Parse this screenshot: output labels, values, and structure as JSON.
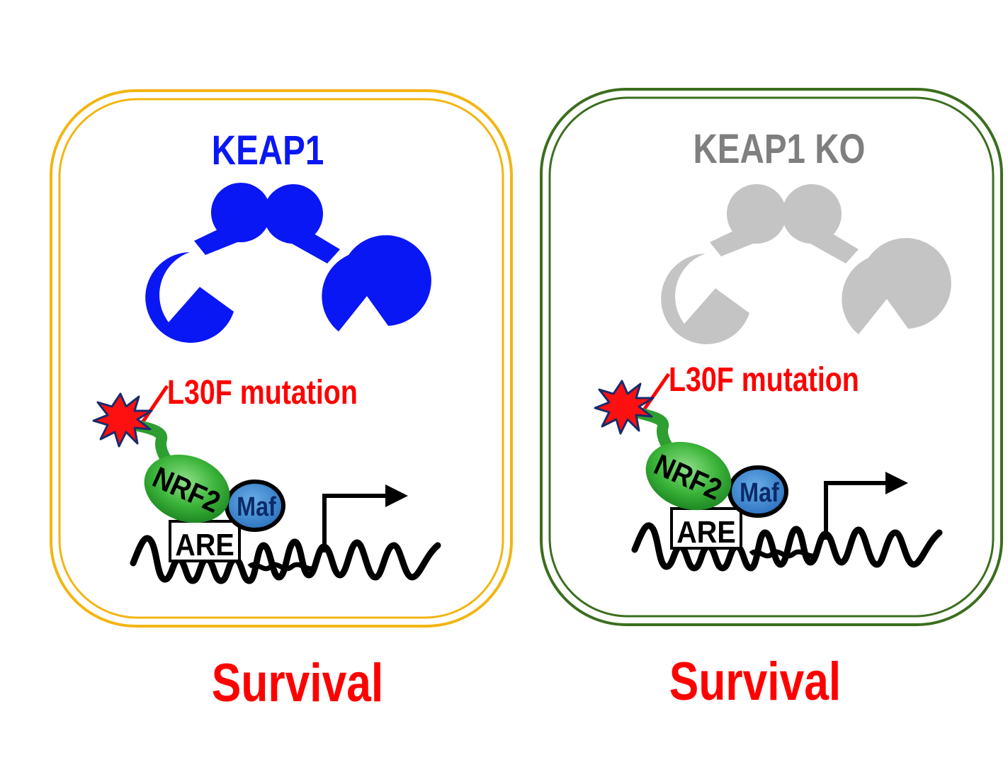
{
  "panels": [
    {
      "title": "KEAP1",
      "title_color": "#0a17f5",
      "protein_color": "#0a17f5",
      "border_color": "#f2b511",
      "mutation_label": "L30F mutation",
      "nrf2_label": "NRF2",
      "maf_label": "Maf",
      "are_label": "ARE",
      "outcome": "Survival"
    },
    {
      "title": "KEAP1 KO",
      "title_color": "#7f7f7f",
      "protein_color": "#c4c4c4",
      "border_color": "#3b6e1e",
      "mutation_label": "L30F mutation",
      "nrf2_label": "NRF2",
      "maf_label": "Maf",
      "are_label": "ARE",
      "outcome": "Survival"
    }
  ],
  "colors": {
    "mutation": "#ff0000",
    "nrf2": "#38b03a",
    "maf": "#3a86d0",
    "dna": "#000000",
    "star_outline": "#1a2a6a"
  }
}
